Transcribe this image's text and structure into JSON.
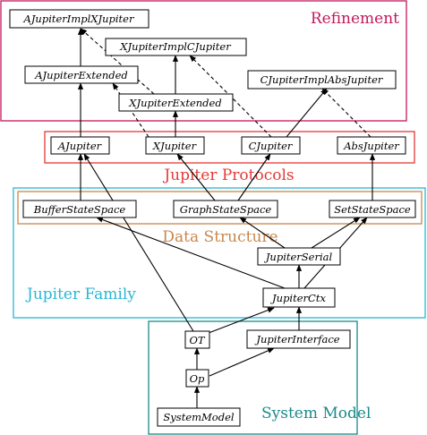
{
  "regions": {
    "refinement": {
      "label": "Refinement",
      "color": "#c2185b"
    },
    "protocols": {
      "label": "Jupiter Protocols",
      "color": "#e53935"
    },
    "family": {
      "label": "Jupiter Family",
      "color": "#29b6d6"
    },
    "data_structure": {
      "label": "Data Structure",
      "color": "#c8874b"
    },
    "system_model": {
      "label": "System Model",
      "color": "#1a8a8a"
    }
  },
  "nodes": {
    "ajupiter_impl_xjupiter": "AJupiterImplXJupiter",
    "xjupiter_impl_cjupiter": "XJupiterImplCJupiter",
    "ajupiter_extended": "AJupiterExtended",
    "xjupiter_extended": "XJupiterExtended",
    "cjupiter_impl_absjupiter": "CJupiterImplAbsJupiter",
    "ajupiter": "AJupiter",
    "xjupiter": "XJupiter",
    "cjupiter": "CJupiter",
    "absjupiter": "AbsJupiter",
    "buffer_state_space": "BufferStateSpace",
    "graph_state_space": "GraphStateSpace",
    "set_state_space": "SetStateSpace",
    "jupiter_serial": "JupiterSerial",
    "jupiter_ctx": "JupiterCtx",
    "ot": "OT",
    "jupiter_interface": "JupiterInterface",
    "op": "Op",
    "system_model": "SystemModel"
  }
}
